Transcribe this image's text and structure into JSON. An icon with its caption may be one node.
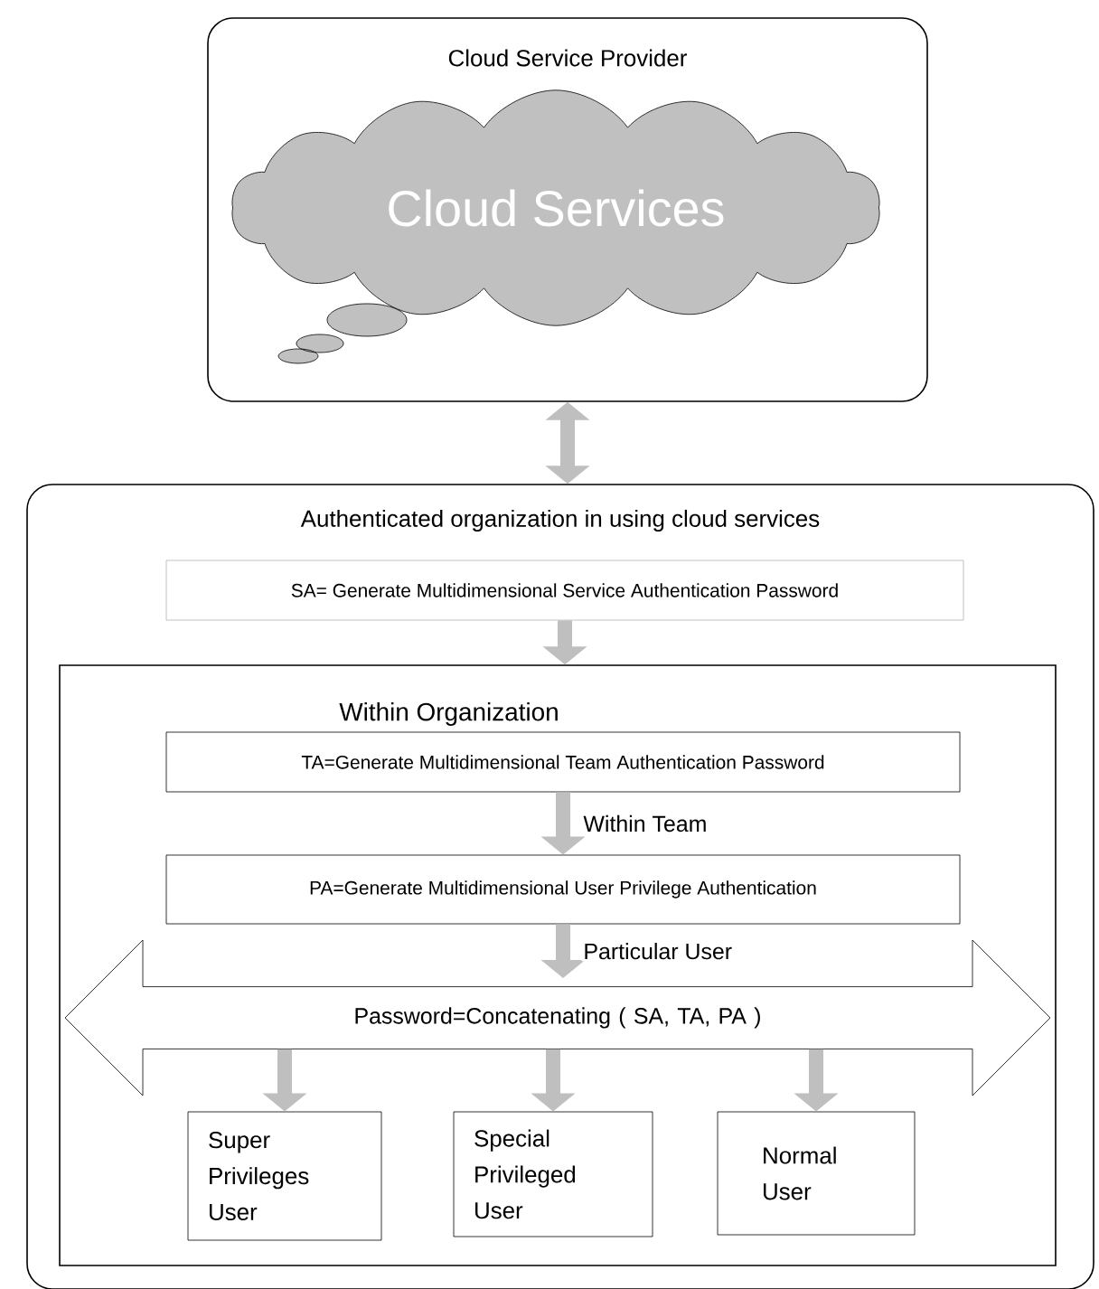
{
  "diagram": {
    "nodes": [
      {
        "text": [
          "Cloud Service Provider"
        ]
      },
      {
        "text": [
          "Cloud Services"
        ],
        "in": 0
      },
      {
        "text": [
          "Authenticated organization in using cloud services"
        ]
      },
      {
        "text": [
          "SA= Generate Multidimensional Service Authentication Password"
        ],
        "in": 2
      },
      {
        "text": [
          "Within Organization"
        ],
        "in": 2
      },
      {
        "text": [
          "TA=Generate Multidimensional Team Authentication Password"
        ],
        "in": 4
      },
      {
        "text": [
          "PA=Generate Multidimensional User Privilege Authentication"
        ],
        "in": 4
      },
      {
        "text": [
          "Password=Concatenating ( SA, TA, PA )"
        ],
        "in": 4
      },
      {
        "text": [
          "Super Privileges User"
        ],
        "in": 4
      },
      {
        "text": [
          "Special Privileged User"
        ],
        "in": 4
      },
      {
        "text": [
          "Normal User"
        ],
        "in": 4
      }
    ],
    "edges": [
      {
        "from": 0,
        "to": 2,
        "arrow": "both"
      },
      {
        "from": 3,
        "to": 4,
        "arrow": "to"
      },
      {
        "from": 5,
        "to": 6,
        "arrow": "to",
        "label": "Within Team"
      },
      {
        "from": 6,
        "to": 7,
        "arrow": "to",
        "label": "Particular User"
      },
      {
        "from": 7,
        "to": 8,
        "arrow": "to"
      },
      {
        "from": 7,
        "to": 9,
        "arrow": "to"
      },
      {
        "from": 7,
        "to": 10,
        "arrow": "to"
      }
    ]
  }
}
